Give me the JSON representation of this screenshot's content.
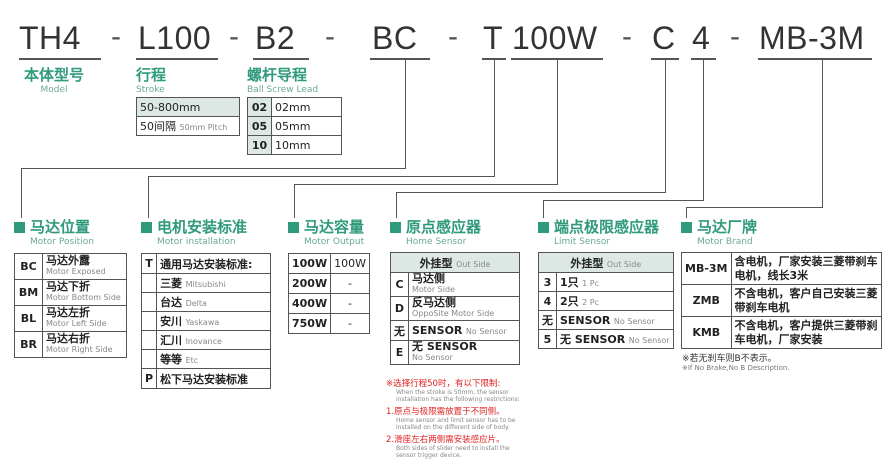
{
  "model_code": {
    "parts": [
      "TH4",
      "L100",
      "B2",
      "BC",
      "T",
      "100W",
      "C",
      "4",
      "MB-3M"
    ],
    "dash": "-"
  },
  "model": {
    "cn": "本体型号",
    "en": "Model"
  },
  "stroke": {
    "cn": "行程",
    "en": "Stroke",
    "rows": [
      "50-800mm",
      "50间隔"
    ],
    "pitch_label": "50mm Pitch"
  },
  "lead": {
    "cn": "螺杆导程",
    "en": "Ball Screw Lead",
    "rows": [
      [
        "02",
        "02mm"
      ],
      [
        "05",
        "05mm"
      ],
      [
        "10",
        "10mm"
      ]
    ]
  },
  "motor_position": {
    "cn": "马达位置",
    "en": "Motor Position",
    "rows": [
      {
        "code": "BC",
        "cn": "马达外露",
        "en": "Motor Exposed"
      },
      {
        "code": "BM",
        "cn": "马达下折",
        "en": "Motor Bottom Side"
      },
      {
        "code": "BL",
        "cn": "马达左折",
        "en": "Motor Left Side"
      },
      {
        "code": "BR",
        "cn": "马达右折",
        "en": "Motor Right Side"
      }
    ]
  },
  "motor_installation": {
    "cn": "电机安装标准",
    "en": "Motor installation",
    "rows": [
      {
        "code": "T",
        "cn": "通用马达安装标准:",
        "en": ""
      },
      {
        "code": "",
        "cn": "三菱",
        "en": "Mitsubishi"
      },
      {
        "code": "",
        "cn": "台达",
        "en": "Delta"
      },
      {
        "code": "",
        "cn": "安川",
        "en": "Yaskawa"
      },
      {
        "code": "",
        "cn": "汇川",
        "en": "Inovance"
      },
      {
        "code": "",
        "cn": "等等",
        "en": "Etc"
      },
      {
        "code": "P",
        "cn": "松下马达安装标准",
        "en": ""
      }
    ]
  },
  "motor_output": {
    "cn": "马达容量",
    "en": "Motor Output",
    "rows": [
      [
        "100W",
        "100W"
      ],
      [
        "200W",
        "-"
      ],
      [
        "400W",
        "-"
      ],
      [
        "750W",
        "-"
      ]
    ]
  },
  "home_sensor": {
    "cn": "原点感应器",
    "en": "Home Sensor",
    "header_cn": "外挂型",
    "header_en": "Out Side",
    "rows": [
      {
        "code": "C",
        "cn": "马达侧",
        "en": "Motor Side"
      },
      {
        "code": "D",
        "cn": "反马达侧",
        "en": "OppoSite Motor Side"
      },
      {
        "code": "无",
        "cn": "SENSOR",
        "en": "No Sensor"
      },
      {
        "code": "E",
        "cn": "无  SENSOR",
        "en": "No Sensor"
      }
    ],
    "notes": {
      "n1_red": "※选择行程50时，有以下限制:",
      "n1_grey": "When the stroke is 50mm, the sensor installation has the following restrictions:",
      "n2_red": "1.原点与极限需放置于不同侧。",
      "n2_grey": "Home sensor and limit sensor has to be installed on the different side of body.",
      "n3_red": "2.滑座左右两侧需安装感应片。",
      "n3_grey": "Both sides of slider need to install the sensor trigger device."
    }
  },
  "limit_sensor": {
    "cn": "端点极限感应器",
    "en": "Limit Sensor",
    "header_cn": "外挂型",
    "header_en": "Out Side",
    "rows": [
      {
        "code": "3",
        "cn": "1只",
        "en": "1 Pc"
      },
      {
        "code": "4",
        "cn": "2只",
        "en": "2 Pc"
      },
      {
        "code": "无",
        "cn": "SENSOR",
        "en": "No Sensor"
      },
      {
        "code": "5",
        "cn": "无  SENSOR",
        "en": "No Sensor"
      }
    ]
  },
  "motor_brand": {
    "cn": "马达厂牌",
    "en": "Motor Brand",
    "rows": [
      {
        "code": "MB-3M",
        "text": "含电机，厂家安装三菱带刹车电机，线长3米"
      },
      {
        "code": "ZMB",
        "text": "不含电机，客户自己安装三菱带刹车电机"
      },
      {
        "code": "KMB",
        "text": "不含电机，客户提供三菱带刹车电机，厂家安装"
      }
    ],
    "note_cn": "※若无刹车则B不表示。",
    "note_en": "※If No Brake,No B Description."
  }
}
